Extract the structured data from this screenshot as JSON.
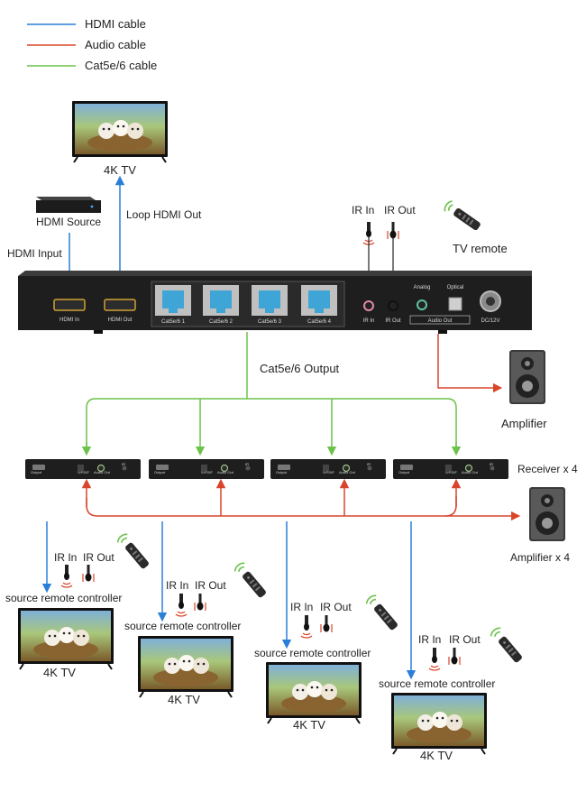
{
  "legend": [
    {
      "label": "HDMI cable",
      "color": "#2a7fd8"
    },
    {
      "label": "Audio cable",
      "color": "#d9452b"
    },
    {
      "label": "Cat5e/6 cable",
      "color": "#6cc24a"
    }
  ],
  "colors": {
    "hdmi": "#2a7fd8",
    "audio": "#d9452b",
    "cat": "#6cc24a",
    "device": "#1e1e1e",
    "port_label": "#d8d8d8"
  },
  "top_tv_label": "4K TV",
  "hdmi_source_label": "HDMI Source",
  "hdmi_input_label": "HDMI Input",
  "loop_label": "Loop HDMI Out",
  "ir_in_label": "IR In",
  "ir_out_label": "IR Out",
  "tv_remote_label": "TV remote",
  "panel": {
    "hdmi_in": "HDMI In",
    "hdmi_out": "HDMI Out",
    "cat_ports": [
      "Cat5e/6 1",
      "Cat5e/6 2",
      "Cat5e/6 3",
      "Cat5e/6 4"
    ],
    "ir_in": "IR In",
    "ir_out": "IR Out",
    "analog": "Analog",
    "optical": "Optical",
    "audio_out": "Audio Out",
    "dc": "DC/12V"
  },
  "cat_output_label": "Cat5e/6 Output",
  "amplifier_label": "Amplifier",
  "receiver_label": "Receiver x 4",
  "receiver_ports": {
    "hdmi": "Output",
    "spdif": "S/PDIF",
    "audio": "Audio Out",
    "ir": "IR"
  },
  "amplifier4_label": "Amplifier x 4",
  "zones": [
    {
      "ir_in": "IR In",
      "ir_out": "IR Out",
      "remote_label": "source remote controller",
      "tv_label": "4K TV"
    },
    {
      "ir_in": "IR In",
      "ir_out": "IR Out",
      "remote_label": "source remote controller",
      "tv_label": "4K TV"
    },
    {
      "ir_in": "IR In",
      "ir_out": "IR Out",
      "remote_label": "source remote controller",
      "tv_label": "4K TV"
    },
    {
      "ir_in": "IR In",
      "ir_out": "IR Out",
      "remote_label": "source remote controller",
      "tv_label": "4K TV"
    }
  ],
  "icons": [
    "tv-icon",
    "blu-ray-player-icon",
    "remote-control-icon",
    "speaker-icon",
    "ir-receiver-icon",
    "ir-emitter-icon"
  ]
}
